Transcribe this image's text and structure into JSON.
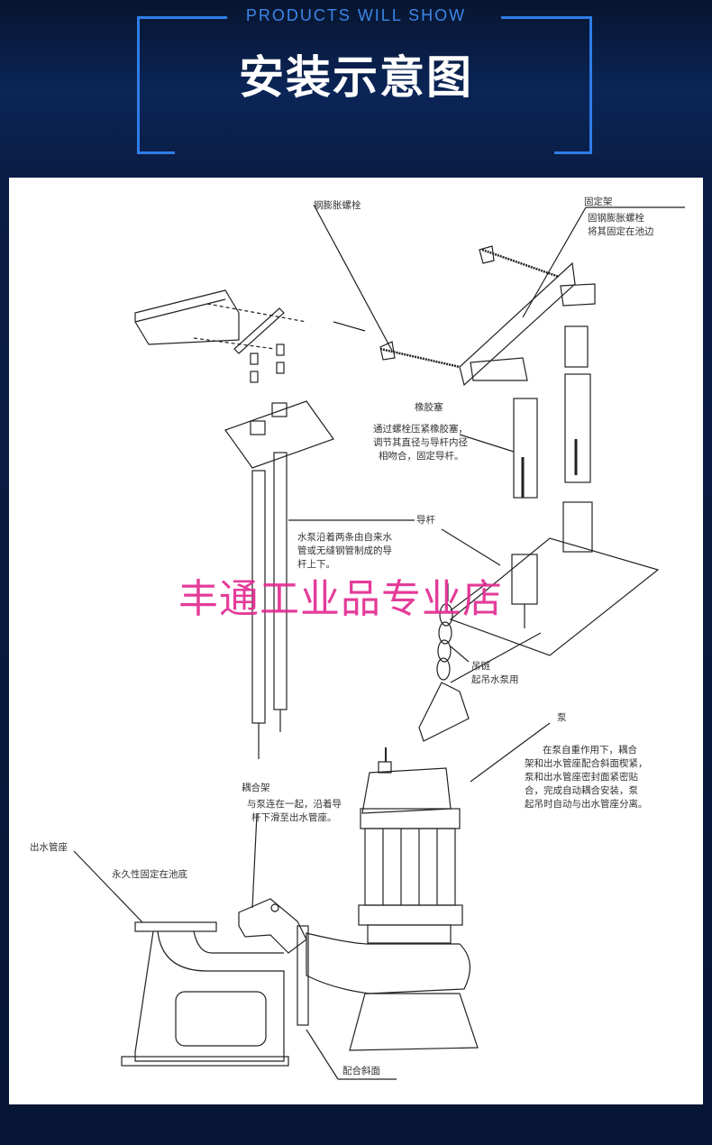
{
  "header": {
    "subtitle": "PRODUCTS WILL SHOW",
    "title": "安装示意图"
  },
  "watermark": "丰通工业品专业店",
  "labels": {
    "expansion_bolt": "钢膨胀螺栓",
    "fixed_bracket": "固定架",
    "fixed_bracket_desc": [
      "固钢膨胀螺栓",
      "将其固定在池边"
    ],
    "rubber_plug": "橡胶塞",
    "rubber_plug_desc": [
      "通过螺栓压紧橡胶塞，",
      "调节其直径与导杆内径",
      "相吻合，固定导杆。"
    ],
    "guide_rod": "导杆",
    "guide_rod_desc": [
      "水泵沿着两条由自来水",
      "管或无缝钢管制成的导",
      "杆上下。"
    ],
    "chain": "吊链",
    "chain_desc": "起吊水泵用",
    "pump": "泵",
    "pump_desc": [
      "在泵自重作用下，耦合",
      "架和出水管座配合斜面楔紧，",
      "泵和出水管座密封面紧密贴",
      "合，完成自动耦合安装，泵",
      "起吊时自动与出水管座分离。"
    ],
    "coupling": "耦合架",
    "coupling_desc": [
      "与泵连在一起，沿着导",
      "杆下滑至出水管座。"
    ],
    "outlet_seat": "出水管座",
    "outlet_seat_desc": "永久性固定在池底",
    "mating_slope": "配合斜面"
  },
  "colors": {
    "header_bg": "#0b2557",
    "accent": "#2f7de8",
    "watermark": "#e2288f"
  }
}
